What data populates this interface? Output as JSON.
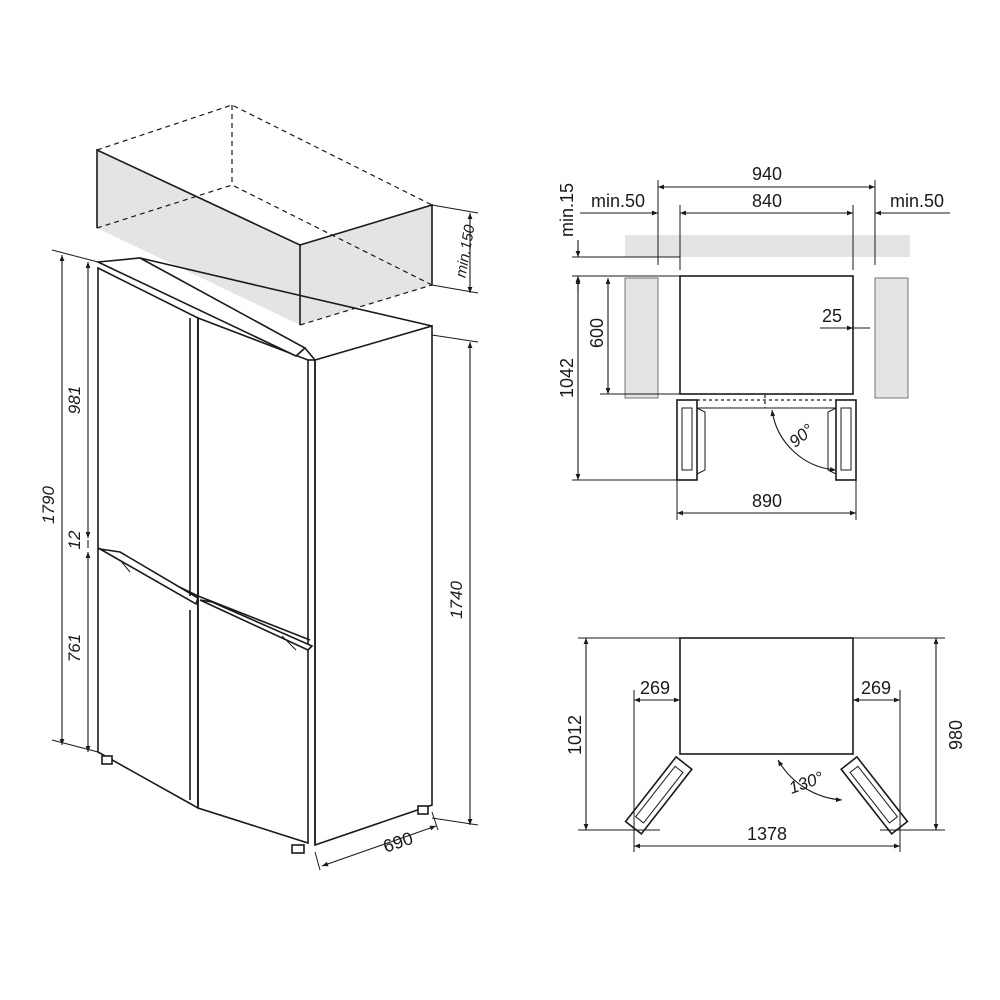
{
  "perspective_view": {
    "height_total": "1790",
    "height_upper": "981",
    "gap": "12",
    "height_lower": "761",
    "height_body": "1740",
    "depth": "690",
    "clearance_top": "min.150"
  },
  "top_view": {
    "width_niche": "940",
    "width_body": "840",
    "clearance_left": "min.50",
    "clearance_right": "min.50",
    "clearance_rear": "min.15",
    "depth_body": "600",
    "depth_open": "1042",
    "recess": "25",
    "door_angle": "90°",
    "width_open": "890"
  },
  "bottom_view": {
    "side_left": "269",
    "side_right": "269",
    "depth_open": "1012",
    "depth_right": "980",
    "door_angle": "130°",
    "width_open": "1378"
  }
}
